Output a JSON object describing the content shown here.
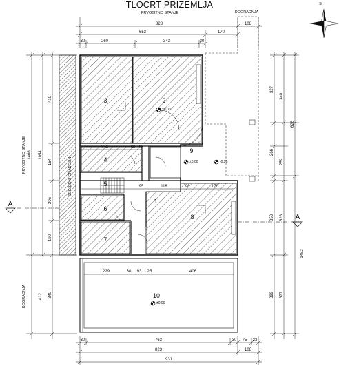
{
  "title": "TLOCRT PRIZEMLJA",
  "labels": {
    "existing_top": "PRVOBITNO STANJE",
    "addition_top": "DOGRADNJA",
    "existing_left": "PRVOBITNO STANJE",
    "addition_left": "DOGRADNJA",
    "wall_note": "SUSJEDNI GRADEVIN",
    "north": "S",
    "section_left": "A",
    "section_right": "A"
  },
  "rooms": {
    "r1": "1",
    "r2": "2",
    "r3": "3",
    "r4": "4",
    "r5": "5",
    "r6": "6",
    "r7": "7",
    "r8": "8",
    "r9": "9",
    "r10": "10"
  },
  "levels": {
    "l2": "±0,00",
    "l9": "±0,00",
    "l_out": "-0,25",
    "l10": "±0,00"
  },
  "dims": {
    "top_823": "823",
    "top_108": "108",
    "top_653": "653",
    "top_170": "170",
    "top_30a": "30",
    "top_260": "260",
    "top_343": "343",
    "top_30b": "30",
    "in_258": "258",
    "in_30": "30",
    "in_98": "98",
    "mid_95": "95",
    "mid_118": "118",
    "mid_98": "98",
    "mid_170": "170",
    "low_229": "229",
    "low_30": "30",
    "low_93": "93",
    "low_25": "25",
    "low_406": "406",
    "bot_30a": "30",
    "bot_763": "763",
    "bot_30b": "30",
    "bot_75": "75",
    "bot_33": "33",
    "bot_823": "823",
    "bot_108": "108",
    "bot_931": "931",
    "left_1466": "1466",
    "left_1054": "1054",
    "left_412": "412",
    "left_410": "410",
    "left_154": "154",
    "left_206": "206",
    "left_190": "190",
    "left_340": "340",
    "right_1452": "1452",
    "right_626": "626",
    "right_340": "340",
    "right_327": "327",
    "right_266": "266",
    "right_259": "259",
    "right_353": "353",
    "right_826": "826",
    "right_399": "399",
    "right_377": "377"
  }
}
